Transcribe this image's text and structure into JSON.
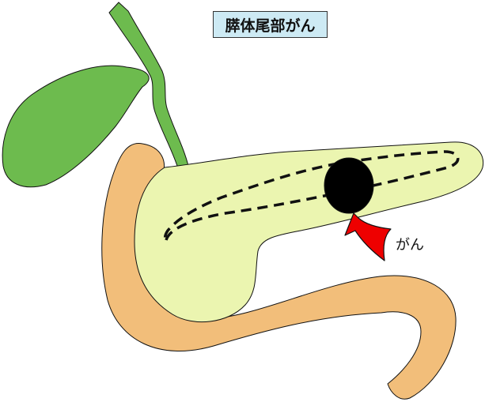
{
  "title": "膵体尾部がん",
  "labels": {
    "tumor": "がん"
  },
  "colors": {
    "background": "#ffffff",
    "title_box": "#cdeaf4",
    "gallbladder": "#6dbb4e",
    "pancreas": "#ebf5b0",
    "duodenum": "#f2be7a",
    "tumor": "#000000",
    "arrow": "#ee0000",
    "outline": "#111111"
  },
  "structures": [
    "gallbladder",
    "bile-duct",
    "duodenum",
    "pancreas",
    "pancreatic-duct",
    "tumor",
    "pointer-arrow"
  ]
}
